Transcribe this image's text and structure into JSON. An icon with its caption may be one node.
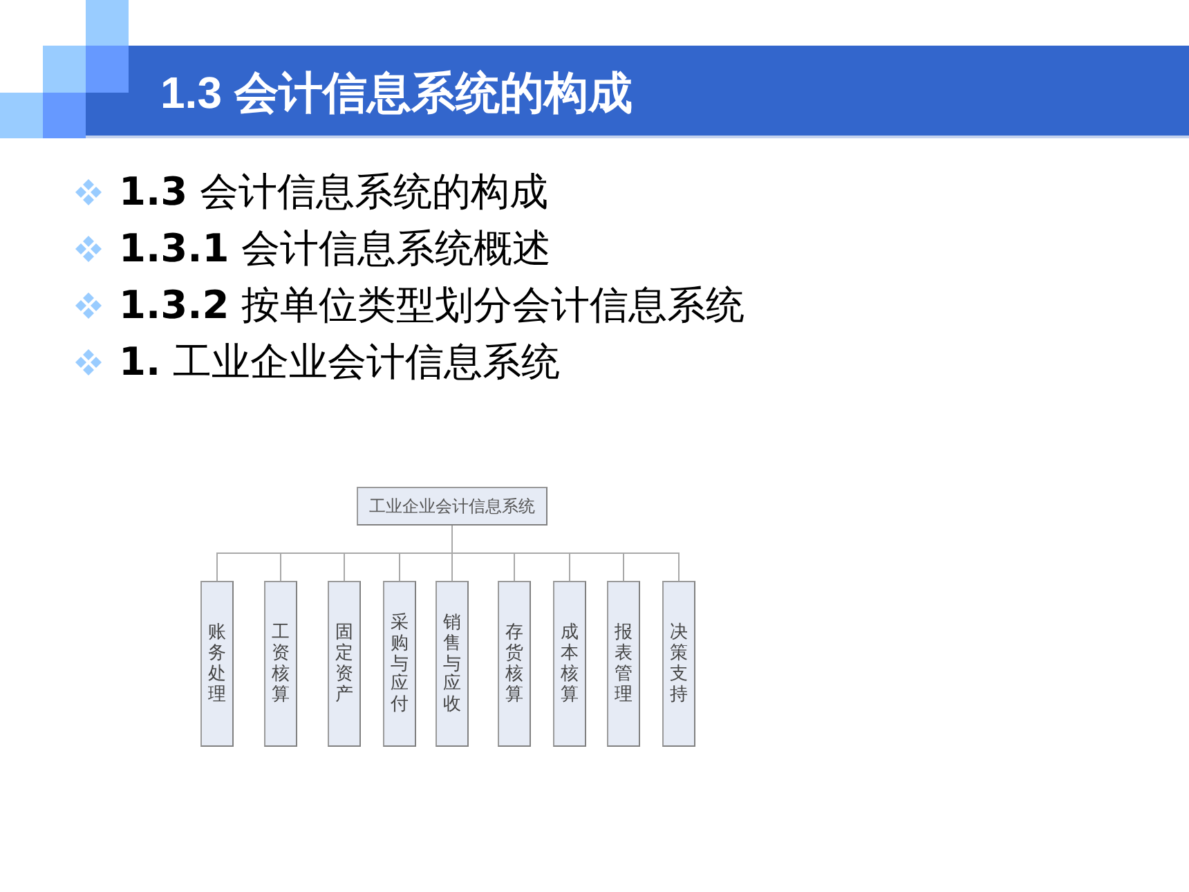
{
  "diagram": {
    "title": "1.3 会计信息系统的构成",
    "nodes": [
      {
        "text": [
          "工业企业会计信息系统"
        ]
      },
      {
        "text": [
          "账务处理"
        ]
      },
      {
        "text": [
          "工资核算"
        ]
      },
      {
        "text": [
          "固定资产"
        ]
      },
      {
        "text": [
          "采购与应付"
        ]
      },
      {
        "text": [
          "销售与应收"
        ]
      },
      {
        "text": [
          "存货核算"
        ]
      },
      {
        "text": [
          "成本核算"
        ]
      },
      {
        "text": [
          "报表管理"
        ]
      },
      {
        "text": [
          "决策支持"
        ]
      }
    ],
    "edges": [
      {
        "from": 0,
        "to": 1,
        "arrow": "none"
      },
      {
        "from": 0,
        "to": 2,
        "arrow": "none"
      },
      {
        "from": 0,
        "to": 3,
        "arrow": "none"
      },
      {
        "from": 0,
        "to": 4,
        "arrow": "none"
      },
      {
        "from": 0,
        "to": 5,
        "arrow": "none"
      },
      {
        "from": 0,
        "to": 6,
        "arrow": "none"
      },
      {
        "from": 0,
        "to": 7,
        "arrow": "none"
      },
      {
        "from": 0,
        "to": 8,
        "arrow": "none"
      },
      {
        "from": 0,
        "to": 9,
        "arrow": "none"
      }
    ],
    "labels": [
      "**1.3** 会计信息系统的构成",
      "**1.3.1** 会计信息系统概述",
      "**1.3.2** 按单位类型划分会计信息系统",
      "**1.** 工业企业会计信息系统"
    ]
  }
}
